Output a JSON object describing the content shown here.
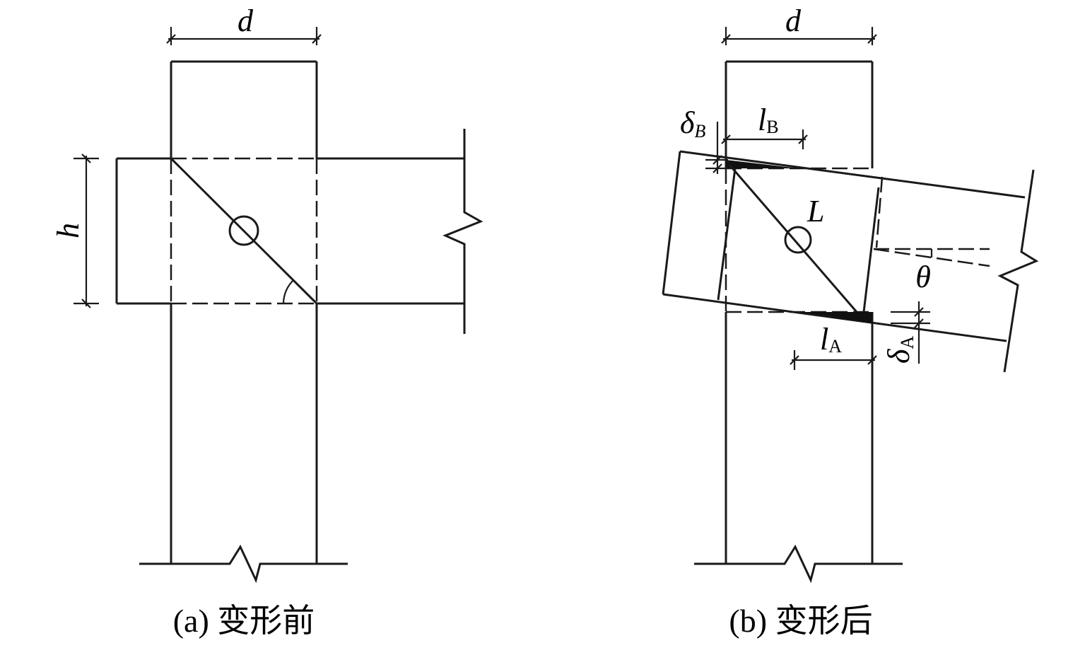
{
  "panel_a": {
    "dim_width": "d",
    "dim_height": "h",
    "caption_tag": "(a)",
    "caption_text": "变形前"
  },
  "panel_b": {
    "dim_width": "d",
    "delta_b_sym": "δ",
    "delta_b_sub": "B",
    "l_b_sym": "l",
    "l_b_sub": "B",
    "bolt_label": "L",
    "theta": "θ",
    "l_a_sym": "l",
    "l_a_sub": "A",
    "delta_a_sym": "δ",
    "delta_a_sub": "A",
    "caption_tag": "(b)",
    "caption_text": "变形后"
  }
}
